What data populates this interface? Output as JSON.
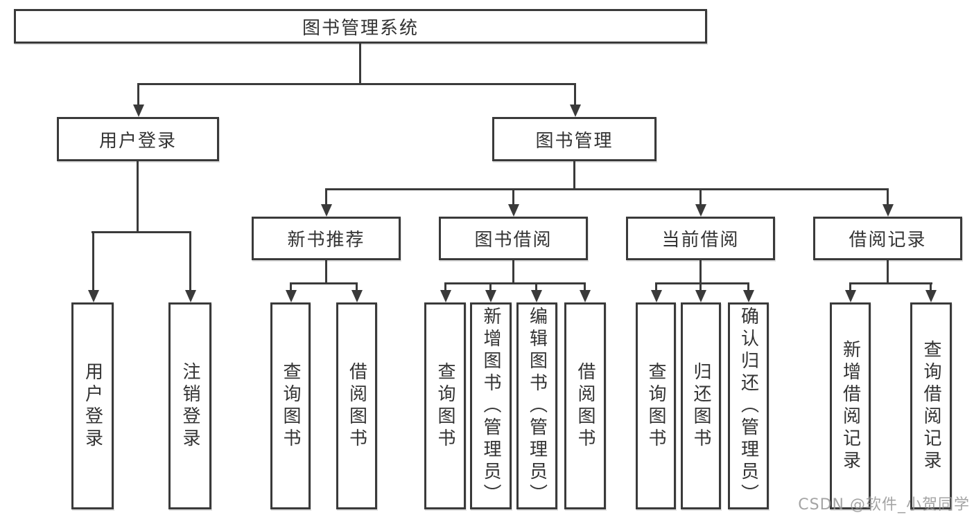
{
  "diagram": {
    "nodes": {
      "root": "图书管理系统",
      "user_login": "用户登录",
      "book_mgmt": "图书管理",
      "new_book": "新书推荐",
      "book_borrow": "图书借阅",
      "current_borrow": "当前借阅",
      "borrow_record": "借阅记录",
      "ul_children": [
        "用户登录",
        "注销登录"
      ],
      "nb_children": [
        "查询图书",
        "借阅图书"
      ],
      "bb_children": [
        "查询图书",
        "新增图书（管理员）",
        "编辑图书（管理员）",
        "借阅图书"
      ],
      "cb_children": [
        "查询图书",
        "归还图书",
        "确认归还（管理员）"
      ],
      "br_children": [
        "新增借阅记录",
        "查询借阅记录"
      ]
    },
    "watermark": "CSDN @软件_小贺同学",
    "colors": {
      "line": "#3a3a3a",
      "text": "#333333",
      "box_background": "#ffffff",
      "page_background": "#ffffff",
      "watermark": "#949494"
    }
  }
}
